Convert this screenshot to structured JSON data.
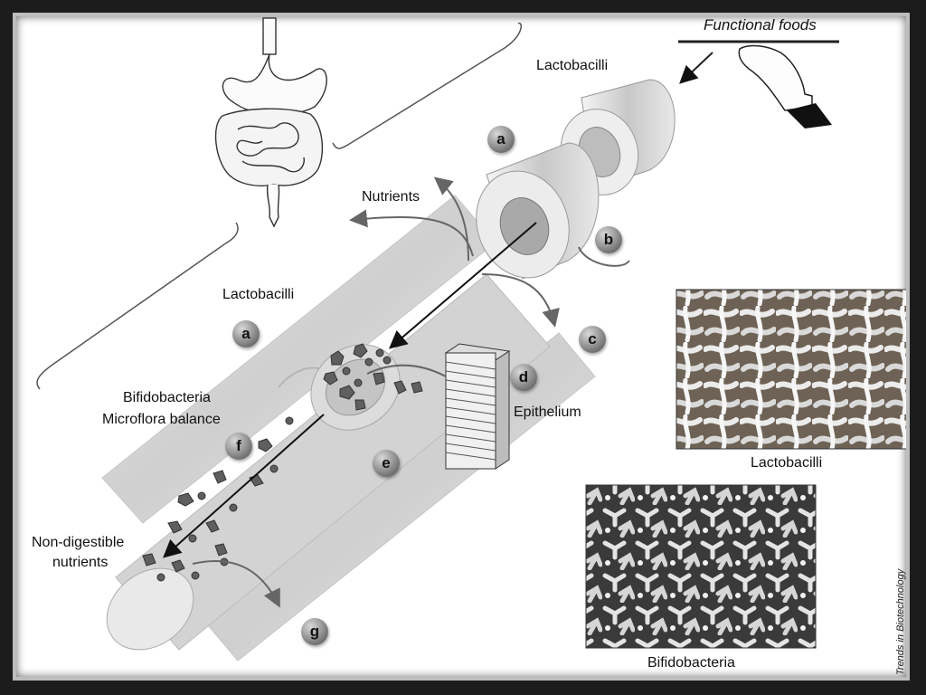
{
  "labels": {
    "functional_foods": "Functional foods",
    "lactobacilli_top": "Lactobacilli",
    "nutrients": "Nutrients",
    "lactobacilli_left": "Lactobacilli",
    "bifidobacteria_left": "Bifidobacteria",
    "microflora_balance": "Microflora balance",
    "epithelium": "Epithelium",
    "non_digestible_line1": "Non-digestible",
    "non_digestible_line2": "nutrients",
    "photo_lactobacilli": "Lactobacilli",
    "photo_bifidobacteria": "Bifidobacteria",
    "credit": "Trends in Biotechnology"
  },
  "badges": {
    "a1": "a",
    "b": "b",
    "a2": "a",
    "c": "c",
    "d": "d",
    "e": "e",
    "f": "f",
    "g": "g"
  },
  "icons": [
    "stomach-intestine-icon",
    "serving-hand-icon",
    "epithelium-block-icon"
  ]
}
